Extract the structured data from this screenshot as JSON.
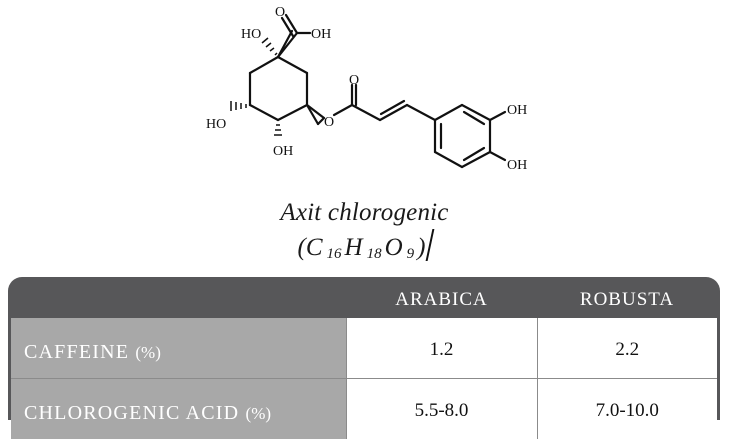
{
  "molecule": {
    "name": "Axit chlorogenic",
    "formula": {
      "open": "(",
      "c": "C",
      "c_count": "16",
      "h": "H",
      "h_count": "18",
      "o": "O",
      "o_count": "9",
      "close": ")"
    },
    "labels": {
      "carbonyl_o_top": "O",
      "carboxyl_oh": "OH",
      "ho_c1": "HO",
      "ester_o": "O",
      "ester_carbonyl_o": "O",
      "aryl_oh_3": "OH",
      "aryl_oh_4": "OH",
      "ho_left": "HO",
      "oh_bottom": "OH"
    }
  },
  "table": {
    "headers": [
      "",
      "ARABICA",
      "ROBUSTA"
    ],
    "rows": [
      {
        "label": "CAFFEINE",
        "unit": "(%)",
        "arabica": "1.2",
        "robusta": "2.2"
      },
      {
        "label": "CHLOROGENIC ACID",
        "unit": "(%)",
        "arabica": "5.5-8.0",
        "robusta": "7.0-10.0"
      }
    ]
  },
  "colors": {
    "header_bg": "#575759",
    "row_label_bg": "#a8a8a8",
    "cell_bg": "#ffffff",
    "border": "#8b8b8b"
  }
}
